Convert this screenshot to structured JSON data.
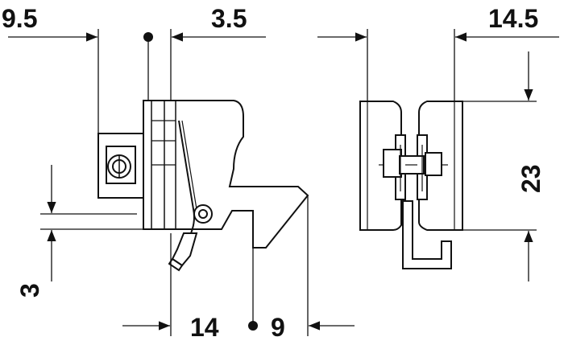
{
  "drawing": {
    "line_color": "#111111",
    "background": "#ffffff",
    "fill_color": "#ffffff"
  },
  "dimensions": {
    "top_left": "9.5",
    "top_middle": "3.5",
    "top_right": "14.5",
    "right_vertical": "23",
    "left_vertical": "3",
    "bottom_left": "14",
    "bottom_right": "9"
  },
  "views": {
    "side_view": "side-view",
    "front_view": "front-view"
  }
}
